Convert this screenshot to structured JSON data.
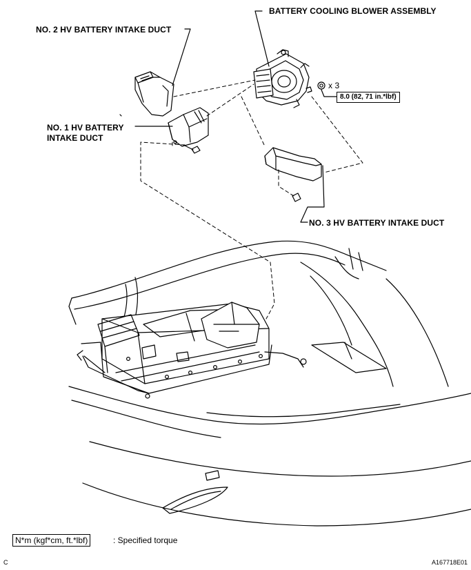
{
  "labels": {
    "blower": "BATTERY COOLING BLOWER ASSEMBLY",
    "duct2": "NO. 2 HV BATTERY INTAKE DUCT",
    "duct1_line1": "NO. 1 HV BATTERY",
    "duct1_line2": "INTAKE DUCT",
    "duct3": "NO. 3 HV BATTERY INTAKE DUCT",
    "qty": "x 3"
  },
  "torque": {
    "value": "8.0 (82, 71 in.*lbf)"
  },
  "legend": {
    "box": "N*m (kgf*cm, ft.*lbf)",
    "text": ": Specified torque"
  },
  "footer": {
    "left": "C",
    "right": "A167718E01"
  }
}
